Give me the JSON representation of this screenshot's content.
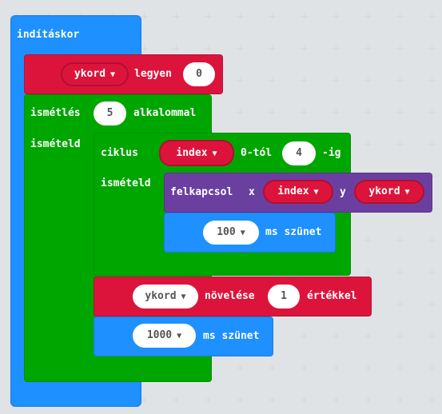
{
  "workspace": {
    "on_start": {
      "label": "indításkor"
    },
    "set_block": {
      "variable": "ykord",
      "keyword": "legyen",
      "value": "0"
    },
    "repeat_block": {
      "keyword_repeat": "ismétlés",
      "count": "5",
      "keyword_times": "alkalommal",
      "do_label": "ismételd"
    },
    "for_block": {
      "keyword_for": "ciklus",
      "variable": "index",
      "from_value": "4",
      "from_label": "0-tól",
      "to_label": "-ig",
      "do_label": "ismételd"
    },
    "plot_block": {
      "keyword": "felkapcsol",
      "x_label": "x",
      "x_var": "index",
      "y_label": "y",
      "y_var": "ykord"
    },
    "pause_inner": {
      "value": "100",
      "label": "ms szünet"
    },
    "change_block": {
      "variable": "ykord",
      "keyword": "növelése",
      "value": "1",
      "suffix": "értékkel"
    },
    "pause_outer": {
      "value": "1000",
      "label": "ms szünet"
    }
  },
  "colors": {
    "events": "#1e90ff",
    "variables": "#dc143c",
    "loops": "#00a600",
    "led": "#6b3fa0",
    "workspace_bg": "#eceff1"
  },
  "icons": {
    "dropdown": "caret-down-icon",
    "grid": "plus-grid-icon"
  }
}
